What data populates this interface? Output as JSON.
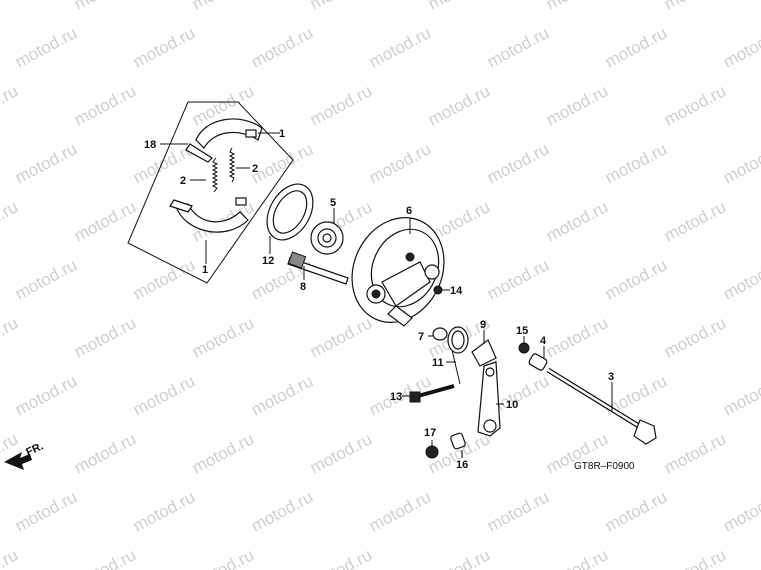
{
  "watermark": "motod.ru",
  "diagram_code": "GT8R–F0900",
  "direction_label": "FR.",
  "callouts": [
    {
      "id": "c1a",
      "label": "1"
    },
    {
      "id": "c1b",
      "label": "1"
    },
    {
      "id": "c2a",
      "label": "2"
    },
    {
      "id": "c2b",
      "label": "2"
    },
    {
      "id": "c18",
      "label": "18"
    },
    {
      "id": "c12",
      "label": "12"
    },
    {
      "id": "c8",
      "label": "8"
    },
    {
      "id": "c5",
      "label": "5"
    },
    {
      "id": "c6",
      "label": "6"
    },
    {
      "id": "c14",
      "label": "14"
    },
    {
      "id": "c7",
      "label": "7"
    },
    {
      "id": "c9",
      "label": "9"
    },
    {
      "id": "c11",
      "label": "11"
    },
    {
      "id": "c13",
      "label": "13"
    },
    {
      "id": "c10",
      "label": "10"
    },
    {
      "id": "c15",
      "label": "15"
    },
    {
      "id": "c4",
      "label": "4"
    },
    {
      "id": "c3",
      "label": "3"
    },
    {
      "id": "c17",
      "label": "17"
    },
    {
      "id": "c16",
      "label": "16"
    }
  ]
}
